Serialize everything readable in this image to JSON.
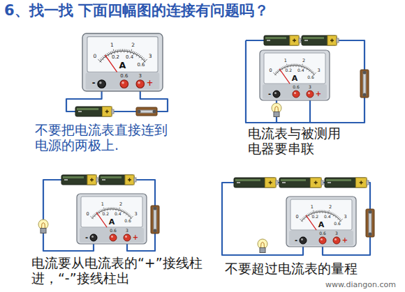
{
  "diagram": {
    "title": "6、找一找 下面四幅图的连接有问题吗？",
    "labels": [
      "0",
      "1",
      "2",
      "3",
      "0.2",
      "0.4",
      "0.6",
      "A",
      "-",
      "0.6",
      "3",
      "+",
      "不要把电流表直接连到电源的两极上.",
      "0",
      "1",
      "2",
      "3",
      "0.2",
      "0.4",
      "0.6",
      "A",
      "-",
      "0.6",
      "3",
      "+",
      "电流表与被测用电器要串联",
      "0",
      "1",
      "2",
      "3",
      "0.2",
      "0.4",
      "0.6",
      "A",
      "-",
      "0.6",
      "3",
      "+",
      "电流要从电流表的“+”接线柱进，“-”接线柱出",
      "0",
      "1",
      "2",
      "3",
      "0.2",
      "0.4",
      "0.6",
      "A",
      "-",
      "0.6",
      "3",
      "+",
      "不要超过电流表的量程",
      "www.diangon.com"
    ]
  }
}
